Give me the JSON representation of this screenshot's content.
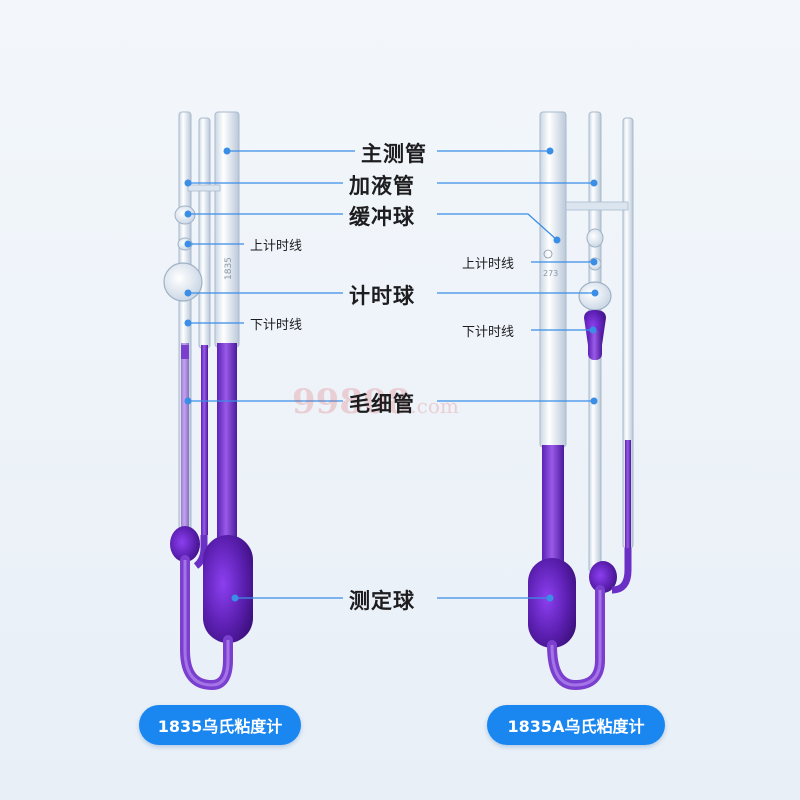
{
  "labels": {
    "main_tube": "主测管",
    "fill_tube": "加液管",
    "buffer_bulb": "缓冲球",
    "timing_bulb": "计时球",
    "capillary": "毛细管",
    "measuring_bulb": "测定球",
    "upper_mark": "上计时线",
    "lower_mark": "下计时线"
  },
  "titles": {
    "left": "1835乌氏粘度计",
    "right": "1835A乌氏粘度计"
  },
  "watermark": {
    "number": "99808",
    "suffix": ".com"
  },
  "colors": {
    "accent": "#1a86f0",
    "liquid": "#7b3fd0",
    "leader": "#3a8ee6"
  }
}
